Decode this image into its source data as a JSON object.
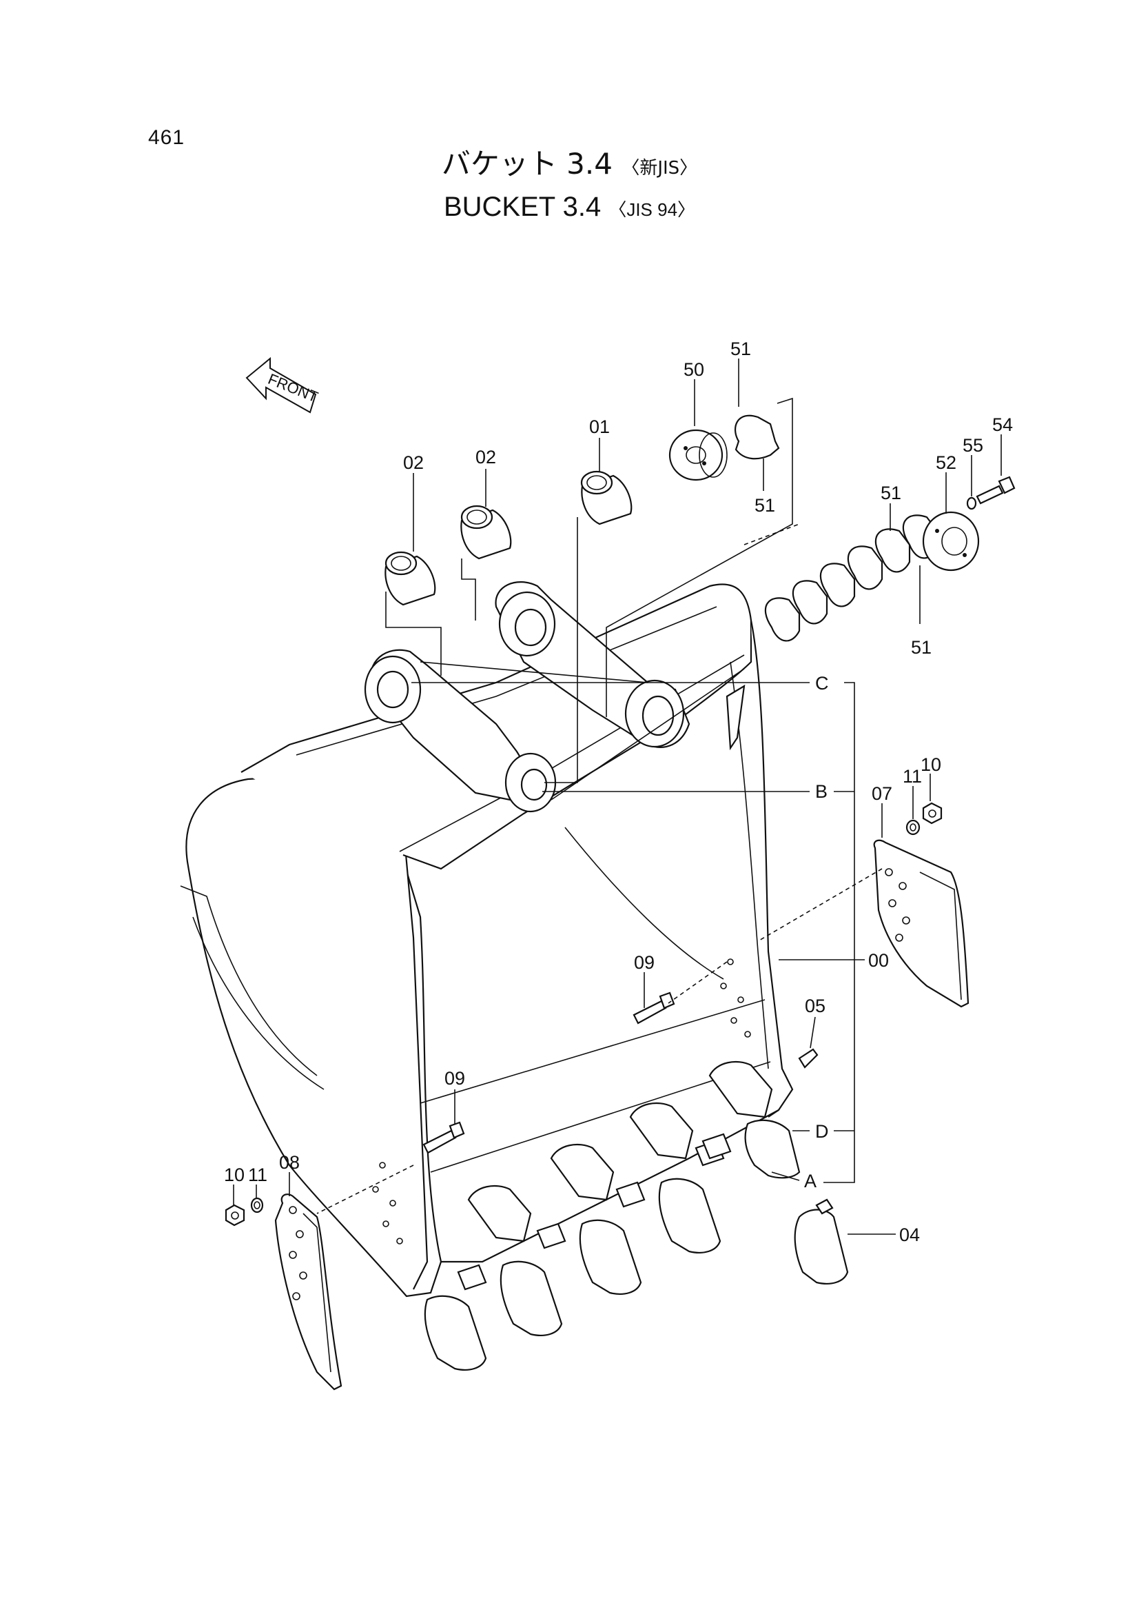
{
  "page_number": "461",
  "title": {
    "jp_main": "バケット 3.4",
    "jp_spec": "〈新JIS〉",
    "en_main": "BUCKET 3.4",
    "en_spec": "〈JIS 94〉"
  },
  "front_label": "FRONT",
  "callouts": {
    "p00": "00",
    "p01": "01",
    "p02a": "02",
    "p02b": "02",
    "p04": "04",
    "p05": "05",
    "p07": "07",
    "p08": "08",
    "p09a": "09",
    "p09b": "09",
    "p10a": "10",
    "p10b": "10",
    "p11a": "11",
    "p11b": "11",
    "p50": "50",
    "p51a": "51",
    "p51b": "51",
    "p51c": "51",
    "p51d": "51",
    "p52": "52",
    "p54": "54",
    "p55": "55"
  },
  "reference_letters": {
    "A": "A",
    "B": "B",
    "C": "C",
    "D": "D"
  }
}
